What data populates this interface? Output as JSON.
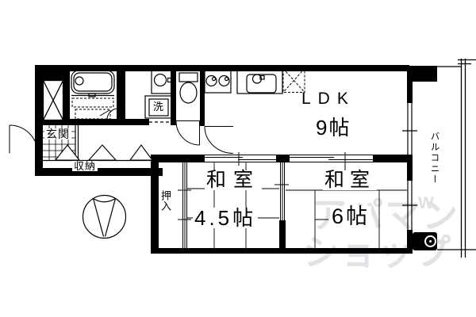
{
  "plan": {
    "title": "apartment-floor-plan",
    "rooms": {
      "ldk": {
        "name": "LDK",
        "size": "9帖"
      },
      "washitsu_small": {
        "name": "和室",
        "size": "4.5帖"
      },
      "washitsu_large": {
        "name": "和室",
        "size": "6帖"
      },
      "genkan_label": "玄関",
      "shuno_label": "収納",
      "oshiire_label": "押入",
      "balcony_label": "バルコニー",
      "laundry_label": "洗"
    },
    "colors": {
      "line": "#000000",
      "background": "#ffffff",
      "watermark": "#e2e2e2"
    }
  },
  "watermark": {
    "line1": "アパマン",
    "line2": "ショップ",
    "logo": "W"
  }
}
